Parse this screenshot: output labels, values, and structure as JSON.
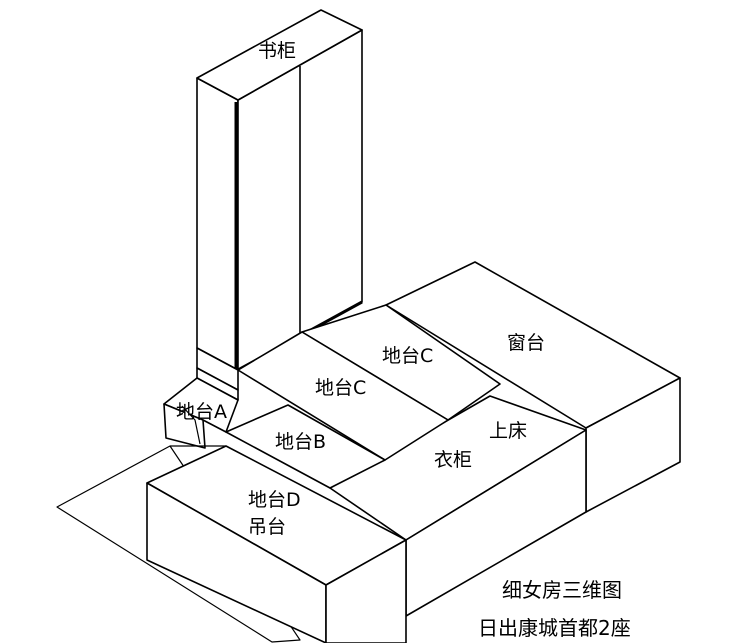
{
  "labels": {
    "bookcase": "书柜",
    "platform_a": "地台A",
    "platform_b": "地台B",
    "platform_c_front": "地台C",
    "platform_c_back": "地台C",
    "platform_d": "地台D",
    "hanging_cabinet": "吊台",
    "wardrobe": "衣柜",
    "upper_bed": "上床",
    "window_sill": "窗台"
  },
  "caption": {
    "line1": "细女房三维图",
    "line2": "日出康城首都2座"
  },
  "colors": {
    "stroke": "#000000",
    "fill": "#ffffff"
  }
}
